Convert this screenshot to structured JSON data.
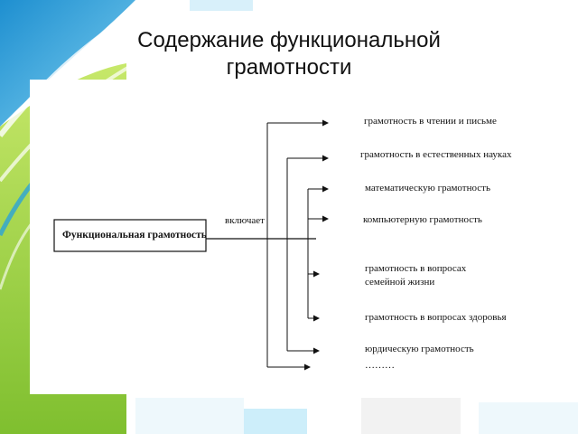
{
  "slide": {
    "title_line1": "Содержание функциональной",
    "title_line2": "грамотности"
  },
  "diagram": {
    "source": "Функциональная грамотность",
    "connector": "включает",
    "items": [
      {
        "label": "грамотность в чтении и письме"
      },
      {
        "label": "грамотность в естественных науках"
      },
      {
        "label": "математическую грамотность"
      },
      {
        "label": "компьютерную грамотность"
      },
      {
        "label": "грамотность в вопросах",
        "label2": "семейной жизни"
      },
      {
        "label": "грамотность в вопросах здоровья"
      },
      {
        "label": "юрдическую грамотность"
      },
      {
        "label": "………"
      }
    ]
  },
  "colors": {
    "background_green": "#8cc63f",
    "background_blue": "#29abe2",
    "line": "#111111"
  }
}
